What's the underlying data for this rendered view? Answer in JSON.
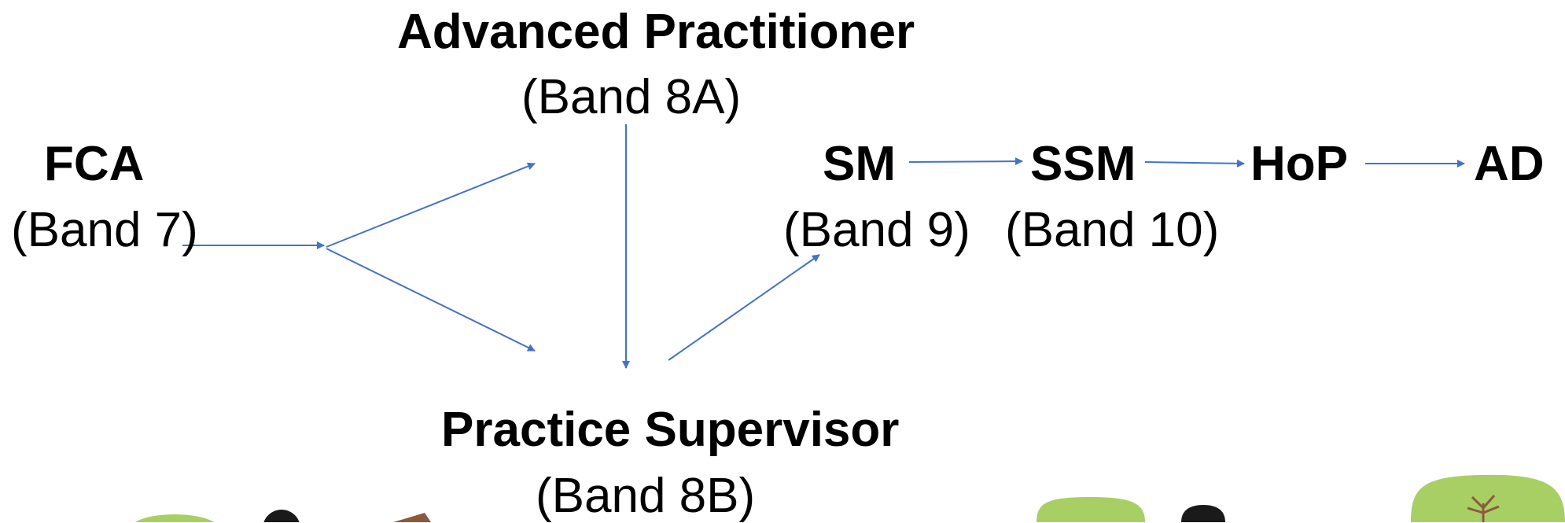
{
  "nodes": {
    "advanced_practitioner": {
      "title": "Advanced Practitioner",
      "band": "(Band 8A)"
    },
    "fca": {
      "title": "FCA",
      "band": "(Band 7)"
    },
    "practice_supervisor": {
      "title": "Practice Supervisor",
      "band": "(Band 8B)"
    },
    "sm": {
      "title": "SM",
      "band": "(Band 9)"
    },
    "ssm": {
      "title": "SSM",
      "band": "(Band 10)"
    },
    "hop": {
      "title": "HoP"
    },
    "ad": {
      "title": "AD"
    }
  },
  "colors": {
    "arrow": "#4472C4",
    "tree_canopy": "#A8CF63",
    "tree_trunk": "#8B5A3C",
    "dark_shape": "#1a1a1a"
  }
}
